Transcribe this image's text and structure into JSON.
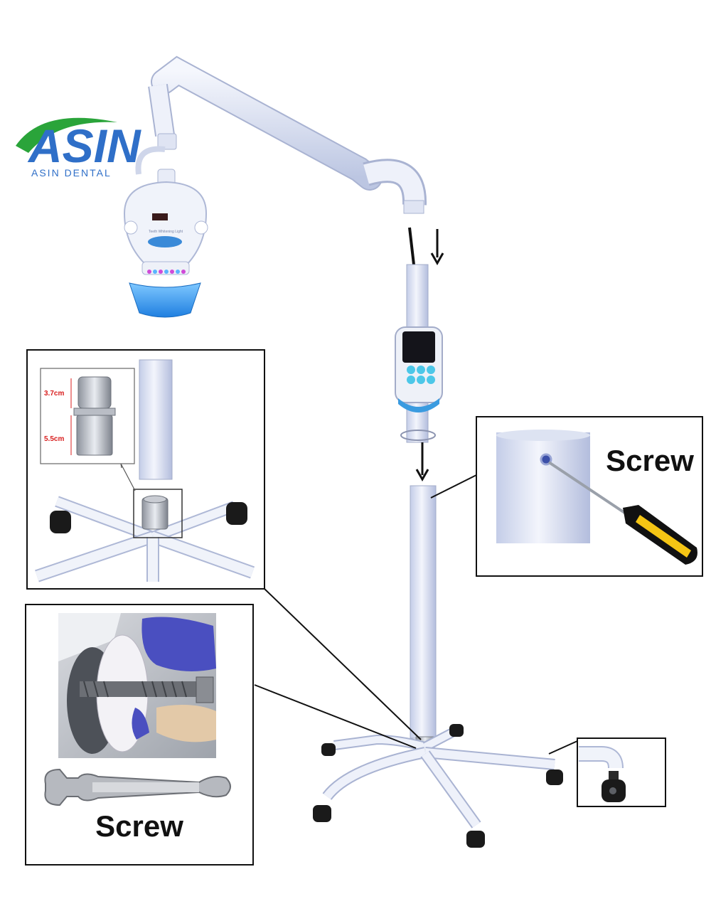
{
  "brand": {
    "logo_text": "ASIN",
    "name": "ASIN DENTAL",
    "colors": {
      "green": "#2aa43a",
      "blue": "#2f6fc8"
    }
  },
  "device": {
    "panel_label": "Teeth Whitening Light"
  },
  "labels": {
    "screw_top": "Screw",
    "screw_bottom": "Screw",
    "dim_upper": "3.7cm",
    "dim_lower": "5.5cm"
  },
  "icons": {
    "arrows": [
      "arrow-down-icon"
    ],
    "tools": [
      "screwdriver-icon",
      "wrench-icon"
    ]
  },
  "colors": {
    "pole": "#e6ebf8",
    "pole_shade": "#b7c2e0",
    "frame": "#111111",
    "accent_blue": "#3a9be0",
    "dimension_red": "#d81e1e"
  }
}
